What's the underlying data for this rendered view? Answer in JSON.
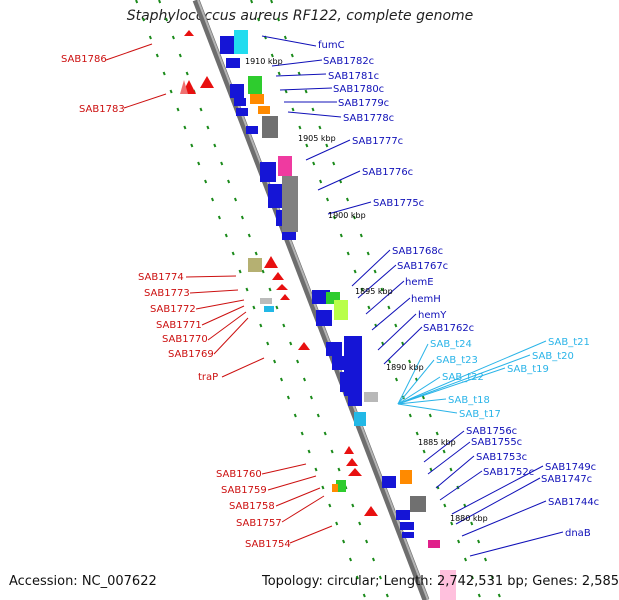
{
  "title": "Staphylococcus aureus RF122, complete genome",
  "accession": "Accession: NC_007622",
  "topology": "Topology: circular; Length: 2,742,531 bp; Genes: 2,585",
  "colors": {
    "backbone": "#888888",
    "forward_gene": "#1515d6",
    "reverse_gene": "#e81010",
    "trna": "#22b8e6",
    "right_labels": "#1010b8",
    "left_labels": "#cc1010",
    "trna_labels": "#2ab4e8",
    "dotted_guides": "#1a8a1a"
  },
  "kbp_markers": [
    "1910 kbp",
    "1905 kbp",
    "1900 kbp",
    "1895 kbp",
    "1890 kbp",
    "1885 kbp",
    "1880 kbp"
  ],
  "right_labels": [
    "fumC",
    "SAB1782c",
    "SAB1781c",
    "SAB1780c",
    "SAB1779c",
    "SAB1778c",
    "SAB1777c",
    "SAB1776c",
    "SAB1775c",
    "SAB1768c",
    "SAB1767c",
    "hemE",
    "hemH",
    "hemY",
    "SAB1762c",
    "SAB1756c",
    "SAB1755c",
    "SAB1753c",
    "SAB1752c",
    "SAB1749c",
    "SAB1747c",
    "SAB1744c",
    "dnaB"
  ],
  "trna_labels": [
    "SAB_t24",
    "SAB_t23",
    "SAB_t22",
    "SAB_t21",
    "SAB_t20",
    "SAB_t19",
    "SAB_t18",
    "SAB_t17"
  ],
  "left_labels": [
    "SAB1786",
    "SAB1783",
    "SAB1774",
    "SAB1773",
    "SAB1772",
    "SAB1771",
    "SAB1770",
    "SAB1769",
    "traP",
    "SAB1760",
    "SAB1759",
    "SAB1758",
    "SAB1757",
    "SAB1754"
  ]
}
